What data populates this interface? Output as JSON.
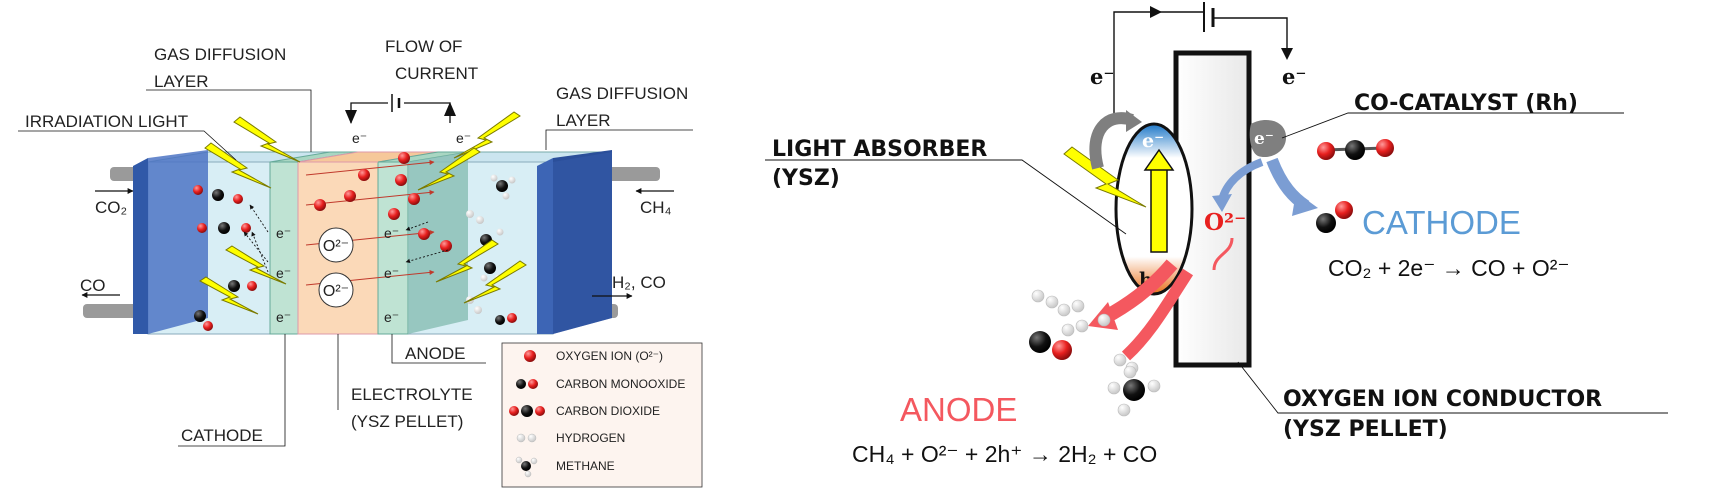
{
  "left": {
    "gas_diffusion_layer_left": [
      "GAS DIFFUSION",
      "LAYER"
    ],
    "flow_of_current": [
      "FLOW OF",
      "CURRENT"
    ],
    "gas_diffusion_layer_right": [
      "GAS DIFFUSION",
      "LAYER"
    ],
    "irradiation_light": "IRRADIATION LIGHT",
    "electron": "e⁻",
    "oxide_ion": "O²⁻",
    "co2": "CO₂",
    "ch4": "CH₄",
    "co": "CO",
    "h2_co": "H₂, CO",
    "anode": "ANODE",
    "electrolyte": [
      "ELECTROLYTE",
      "(YSZ PELLET)"
    ],
    "cathode": "CATHODE",
    "legend": [
      {
        "label": "OXYGEN ION (O²⁻)",
        "icon": "oxygen-ion-icon"
      },
      {
        "label": "CARBON MONOOXIDE",
        "icon": "carbon-monoxide-icon"
      },
      {
        "label": "CARBON DIOXIDE",
        "icon": "carbon-dioxide-icon"
      },
      {
        "label": "HYDROGEN",
        "icon": "hydrogen-icon"
      },
      {
        "label": "METHANE",
        "icon": "methane-icon"
      }
    ]
  },
  "right": {
    "electron_left": "e⁻",
    "electron_right": "e⁻",
    "co_catalyst": "CO-CATALYST  (Rh)",
    "light_absorber": [
      "LIGHT ABSORBER",
      "(YSZ)"
    ],
    "electron_band": "e⁻",
    "hole_band": "h⁺",
    "electron_catalyst": "e⁻",
    "oxide_ion": "O²⁻",
    "cathode_title": "CATHODE",
    "cathode_equation": "CO₂ + 2e⁻ → CO + O²⁻",
    "anode_title": "ANODE",
    "anode_equation": "CH₄ + O²⁻ + 2h⁺ → 2H₂ + CO",
    "conductor": [
      "OXYGEN ION CONDUCTOR",
      "(YSZ PELLET)"
    ]
  },
  "colors": {
    "cathode_blue": "#5b9bd5",
    "anode_red": "#f4585f",
    "oxygen_red": "#e8201f",
    "lightning_yellow": "#ffff00",
    "electrolyte_orange": "#fbd9b8",
    "gdl_blue": "#3d65b5"
  }
}
